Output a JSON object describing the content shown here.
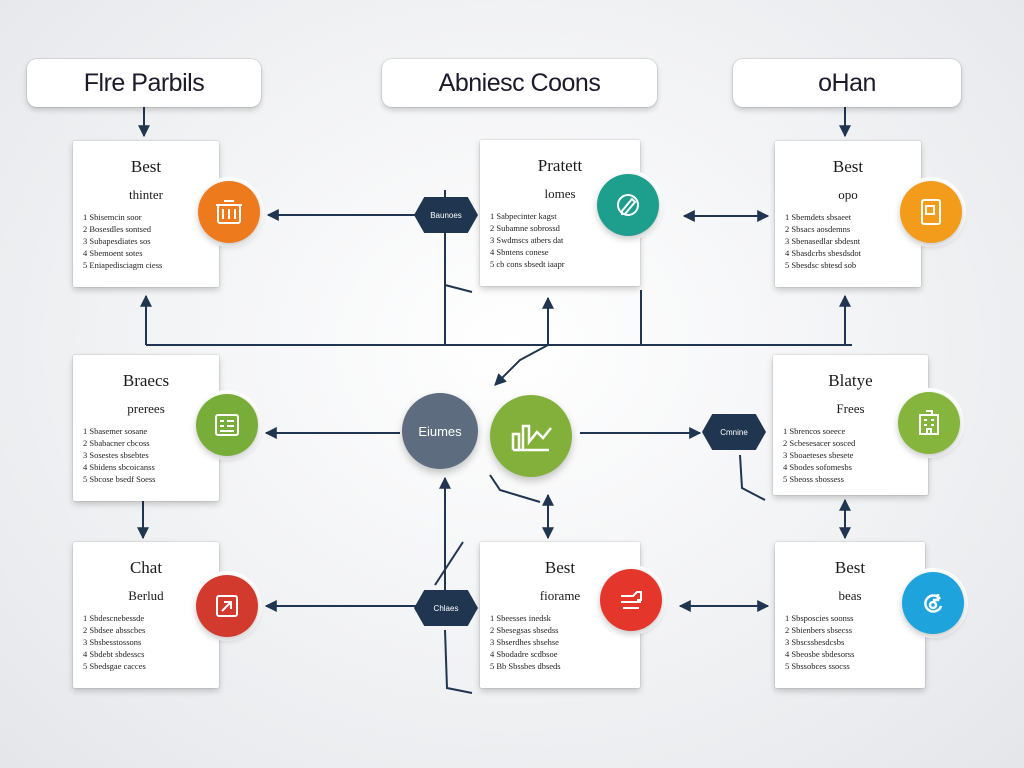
{
  "headers": [
    "Flre Parbils",
    "Abniesc Coons",
    "oHan"
  ],
  "cards": [
    {
      "title": "Best",
      "subtitle": "thinter",
      "items": [
        "Sbisemcin soor",
        "Bosesdles sontsed",
        "Subapesdiates sos",
        "Sbemoent sotes",
        "Eniapedisciagm ciess"
      ],
      "icon": "trash-bin-icon",
      "color": "#ee7a1e"
    },
    {
      "title": "Pratett",
      "subtitle": "lomes",
      "items": [
        "Sabpecinter kagst",
        "Subamne sobrossd",
        "Swdmscs atbers dat",
        "Sbntens conese",
        "cb cons sbsedt iaapr"
      ],
      "icon": "edit-pen-icon",
      "color": "#1e9e8c"
    },
    {
      "title": "Best",
      "subtitle": "opo",
      "items": [
        "Sbemdets sbsaeet",
        "Sbsacs aosdemns",
        "Sbenasedlar sbdesnt",
        "Sbasdcrbs sbesdsdot",
        "Sbesdsc sbtesd sob"
      ],
      "icon": "document-icon",
      "color": "#f39b1b"
    },
    {
      "title": "Braecs",
      "subtitle": "prerees",
      "items": [
        "Sbasemer sosane",
        "Sbabacner cbcoss",
        "Sosestes sbsebtes",
        "Sbidens sbcoicanss",
        "Sbcose bsedf Soess"
      ],
      "icon": "checklist-icon",
      "color": "#79ad3a"
    },
    {
      "title": "Blatye",
      "subtitle": "Frees",
      "items": [
        "Sbrencos soeece",
        "Scbesesacer sosced",
        "Sboaeteses sbesete",
        "Sbodes sofomesbs",
        "Sbeoss sbossess"
      ],
      "icon": "building-icon",
      "color": "#86b53d"
    },
    {
      "title": "Chat",
      "subtitle": "Berlud",
      "items": [
        "Sbdescnebessde",
        "Sbdsee absscbes",
        "Sbsbesstossons",
        "Sbdebt sbdesscs",
        "Sbedsgae cacces"
      ],
      "icon": "chat-box-icon",
      "color": "#d23a2e"
    },
    {
      "title": "Best",
      "subtitle": "fiorame",
      "items": [
        "Sbeesses inedsk",
        "Sbesegsas sbsedss",
        "Sbserdhes sbsehse",
        "Sbodadre scdbsoe",
        "Bb Sbssbes dbseds"
      ],
      "icon": "tools-icon",
      "color": "#e4362a"
    },
    {
      "title": "Best",
      "subtitle": "beas",
      "items": [
        "Sbsposcies soonss",
        "Sbienbers sbsecss",
        "Sbscssbesdcsbs",
        "Sbeosbe sbdesorss",
        "Sbssobces ssocss"
      ],
      "icon": "refresh-icon",
      "color": "#1ea3dc"
    }
  ],
  "hexes": [
    "Baunoes",
    "Cmnine",
    "Chlaes"
  ],
  "center_nodes": [
    "Eiumes",
    "chart-growth-icon"
  ]
}
